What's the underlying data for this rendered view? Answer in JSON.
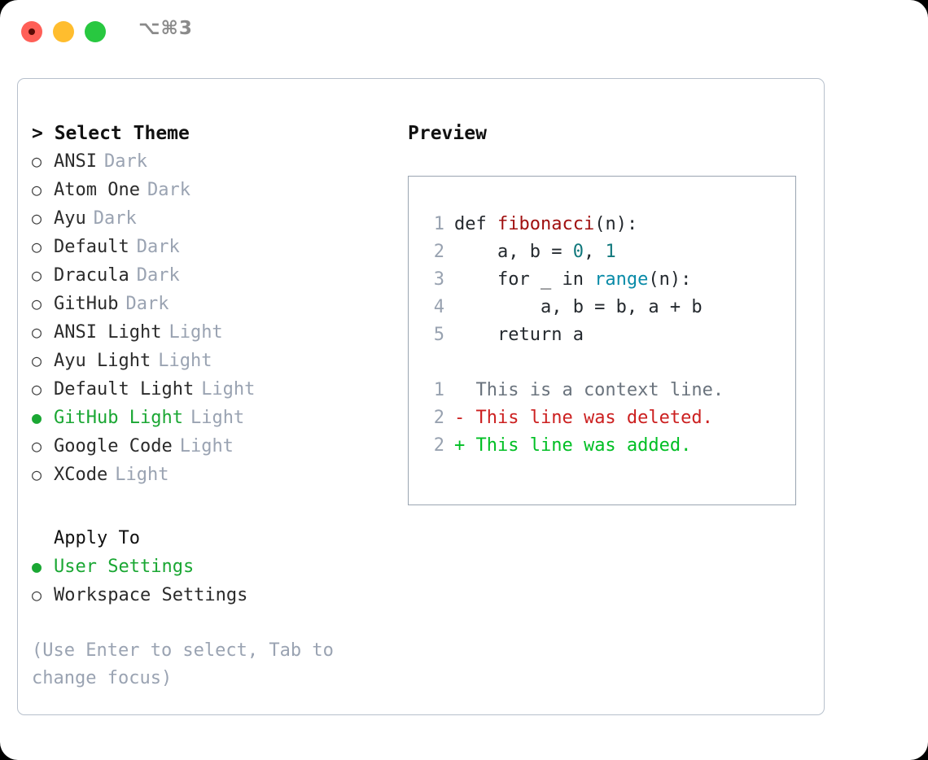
{
  "titlebar": {
    "shortcut": "⌥⌘3",
    "buttons": [
      {
        "name": "close",
        "color": "#ff5f57"
      },
      {
        "name": "minimize",
        "color": "#ffbd2e"
      },
      {
        "name": "maximize",
        "color": "#28c840"
      }
    ]
  },
  "theme_picker": {
    "header": "> Select Theme",
    "selected_bullet": "●",
    "unselected_bullet": "○",
    "items": [
      {
        "bullet": "○",
        "label": "ANSI",
        "variant": "Dark",
        "selected": false
      },
      {
        "bullet": "○",
        "label": "Atom One",
        "variant": "Dark",
        "selected": false
      },
      {
        "bullet": "○",
        "label": "Ayu",
        "variant": "Dark",
        "selected": false
      },
      {
        "bullet": "○",
        "label": "Default",
        "variant": "Dark",
        "selected": false
      },
      {
        "bullet": "○",
        "label": "Dracula",
        "variant": "Dark",
        "selected": false
      },
      {
        "bullet": "○",
        "label": "GitHub",
        "variant": "Dark",
        "selected": false
      },
      {
        "bullet": "○",
        "label": "ANSI Light",
        "variant": "Light",
        "selected": false
      },
      {
        "bullet": "○",
        "label": "Ayu Light",
        "variant": "Light",
        "selected": false
      },
      {
        "bullet": "○",
        "label": "Default Light",
        "variant": "Light",
        "selected": false
      },
      {
        "bullet": "●",
        "label": "GitHub Light",
        "variant": "Light",
        "selected": true
      },
      {
        "bullet": "○",
        "label": "Google Code",
        "variant": "Light",
        "selected": false
      },
      {
        "bullet": "○",
        "label": "XCode",
        "variant": "Light",
        "selected": false
      }
    ]
  },
  "apply_to": {
    "header": "Apply To",
    "options": [
      {
        "bullet": "●",
        "label": "User Settings",
        "selected": true
      },
      {
        "bullet": "○",
        "label": "Workspace Settings",
        "selected": false
      }
    ]
  },
  "hint": "(Use Enter to select, Tab to change focus)",
  "preview": {
    "title": "Preview",
    "code_lines": [
      {
        "no": "1",
        "parts": [
          {
            "t": "def ",
            "c": "plain"
          },
          {
            "t": "fibonacci",
            "c": "fn"
          },
          {
            "t": "(n):",
            "c": "plain"
          }
        ]
      },
      {
        "no": "2",
        "parts": [
          {
            "t": "    a, b = ",
            "c": "plain"
          },
          {
            "t": "0",
            "c": "num"
          },
          {
            "t": ", ",
            "c": "plain"
          },
          {
            "t": "1",
            "c": "num"
          }
        ]
      },
      {
        "no": "3",
        "parts": [
          {
            "t": "    for _ in ",
            "c": "plain"
          },
          {
            "t": "range",
            "c": "call"
          },
          {
            "t": "(n):",
            "c": "plain"
          }
        ]
      },
      {
        "no": "4",
        "parts": [
          {
            "t": "        a, b = b, a + b",
            "c": "plain"
          }
        ]
      },
      {
        "no": "5",
        "parts": [
          {
            "t": "    return a",
            "c": "plain"
          }
        ]
      }
    ],
    "diff_lines": [
      {
        "no": "1",
        "marker": " ",
        "text": "  This is a context line.",
        "kind": "context"
      },
      {
        "no": "2",
        "marker": "-",
        "text": " This line was deleted.",
        "kind": "deleted"
      },
      {
        "no": "2",
        "marker": "+",
        "text": " This line was added.",
        "kind": "added"
      }
    ]
  },
  "colors": {
    "accent_green": "#1aa733",
    "muted": "#9aa3b2",
    "diff_add": "#00bf24",
    "diff_del": "#cc2020",
    "code_fn": "#a01010",
    "code_num": "#11787c",
    "code_call": "#0a8ba8",
    "border": "#b7c0cc"
  }
}
